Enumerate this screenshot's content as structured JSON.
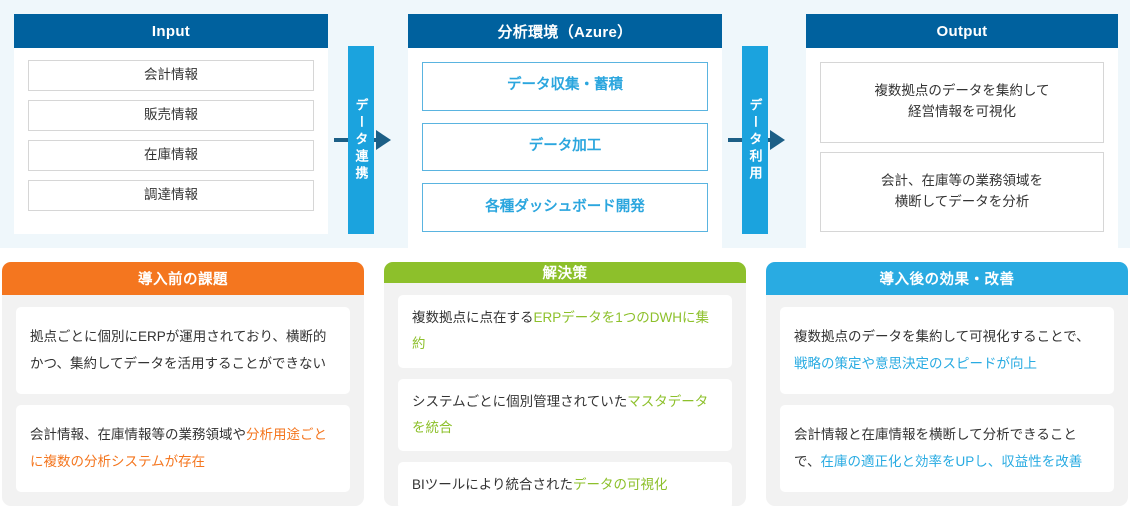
{
  "flow": {
    "input_panel": {
      "title": "Input",
      "items": [
        "会計情報",
        "販売情報",
        "在庫情報",
        "調達情報"
      ]
    },
    "center_panel": {
      "title": "分析環境（Azure）",
      "items": [
        "データ収集・蓄積",
        "データ加工",
        "各種ダッシュボード開発"
      ]
    },
    "output_panel": {
      "title": "Output",
      "items": [
        "複数拠点のデータを集約して\n経営情報を可視化",
        "会計、在庫等の業務領域を\n横断してデータを分析"
      ]
    },
    "connectors": [
      {
        "label": "データ連携"
      },
      {
        "label": "データ利用"
      }
    ]
  },
  "cards": {
    "before": {
      "title": "導入前の課題",
      "accent": "#f4761f",
      "notes": [
        {
          "parts": [
            {
              "text": "拠点ごとに個別にERPが運用されており、横断的かつ、集約してデータを活用することができない",
              "highlight": false
            }
          ]
        },
        {
          "parts": [
            {
              "text": "会計情報、在庫情報等の業務領域や",
              "highlight": false
            },
            {
              "text": "分析用途ごとに複数の分析システムが存在",
              "highlight": true
            }
          ]
        }
      ]
    },
    "solve": {
      "title": "解決策",
      "accent": "#8dc02b",
      "notes": [
        {
          "parts": [
            {
              "text": "複数拠点に点在する",
              "highlight": false
            },
            {
              "text": "ERPデータを1つのDWHに集約",
              "highlight": true
            }
          ]
        },
        {
          "parts": [
            {
              "text": "システムごとに個別管理されていた",
              "highlight": false
            },
            {
              "text": "マスタデータを統合",
              "highlight": true
            }
          ]
        },
        {
          "parts": [
            {
              "text": "BIツールにより統合された",
              "highlight": false
            },
            {
              "text": "データの可視化",
              "highlight": true
            }
          ]
        }
      ]
    },
    "after": {
      "title": "導入後の効果・改善",
      "accent": "#29abe2",
      "notes": [
        {
          "parts": [
            {
              "text": "複数拠点のデータを集約して可視化することで、",
              "highlight": false
            },
            {
              "text": "戦略の策定や意思決定のスピードが向上",
              "highlight": true
            }
          ]
        },
        {
          "parts": [
            {
              "text": "会計情報と在庫情報を横断して分析できることで、",
              "highlight": false
            },
            {
              "text": "在庫の適正化と効率をUPし、収益性を改善",
              "highlight": true
            }
          ]
        }
      ]
    }
  }
}
